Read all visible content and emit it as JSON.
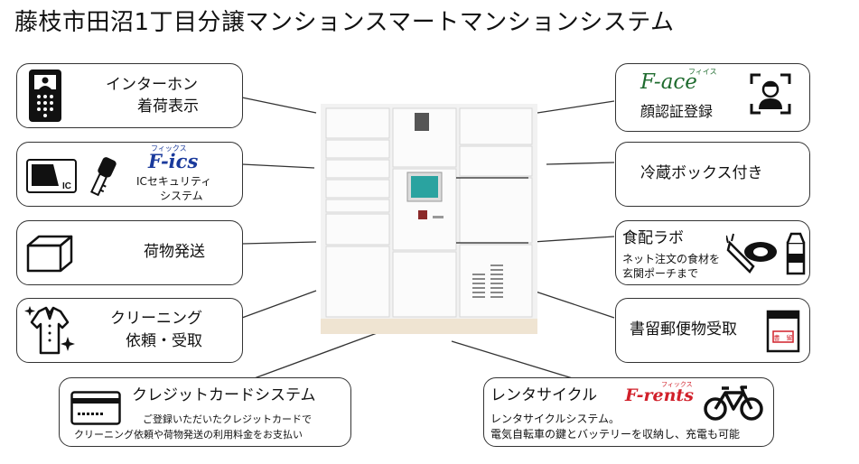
{
  "title": "藤枝市田沼1丁目分譲マンションスマートマンションシステム",
  "features": {
    "intercom": {
      "line1": "インターホン",
      "line2": "着荷表示",
      "icon": "video-intercom-icon"
    },
    "ic": {
      "brand": "F-ics",
      "brand_ruby": "フィックス",
      "line1": "ICセキュリティ",
      "line2": "システム",
      "card_icon": "ic-card-icon",
      "key_icon": "key-icon",
      "card_mark": "IC"
    },
    "shipping": {
      "label": "荷物発送",
      "icon": "parcel-box-icon"
    },
    "cleaning": {
      "line1": "クリーニング",
      "line2": "依頼・受取",
      "icon": "shirt-icon"
    },
    "credit": {
      "title": "クレジットカードシステム",
      "line1": "ご登録いただいたクレジットカードで",
      "line2": "クリーニング依頼や荷物発送の利用料金をお支払い",
      "icon": "credit-card-icon"
    },
    "face": {
      "brand": "F-ace",
      "brand_ruby": "フィイス",
      "label": "顔認証登録",
      "icon": "face-scan-icon"
    },
    "fridge": {
      "label": "冷蔵ボックス付き"
    },
    "food": {
      "title": "食配ラボ",
      "line1": "ネット注文の食材を",
      "line2": "玄関ポーチまで",
      "icon": "groceries-icon"
    },
    "mail": {
      "label": "書留郵便物受取",
      "icon": "registered-mail-icon",
      "stamp": "書　留"
    },
    "rental": {
      "title": "レンタサイクル",
      "brand": "F-rents",
      "brand_ruby": "フィックス",
      "line1": "レンタサイクルシステム。",
      "line2": "電気自転車の鍵とバッテリーを収納し、充電も可能",
      "icon": "bicycle-icon"
    }
  },
  "locker": {
    "icon": "delivery-locker-icon"
  },
  "colors": {
    "brand_blue": "#1a3a9c",
    "brand_green": "#1e6b2e",
    "brand_red": "#d1202a",
    "line": "#333333"
  }
}
